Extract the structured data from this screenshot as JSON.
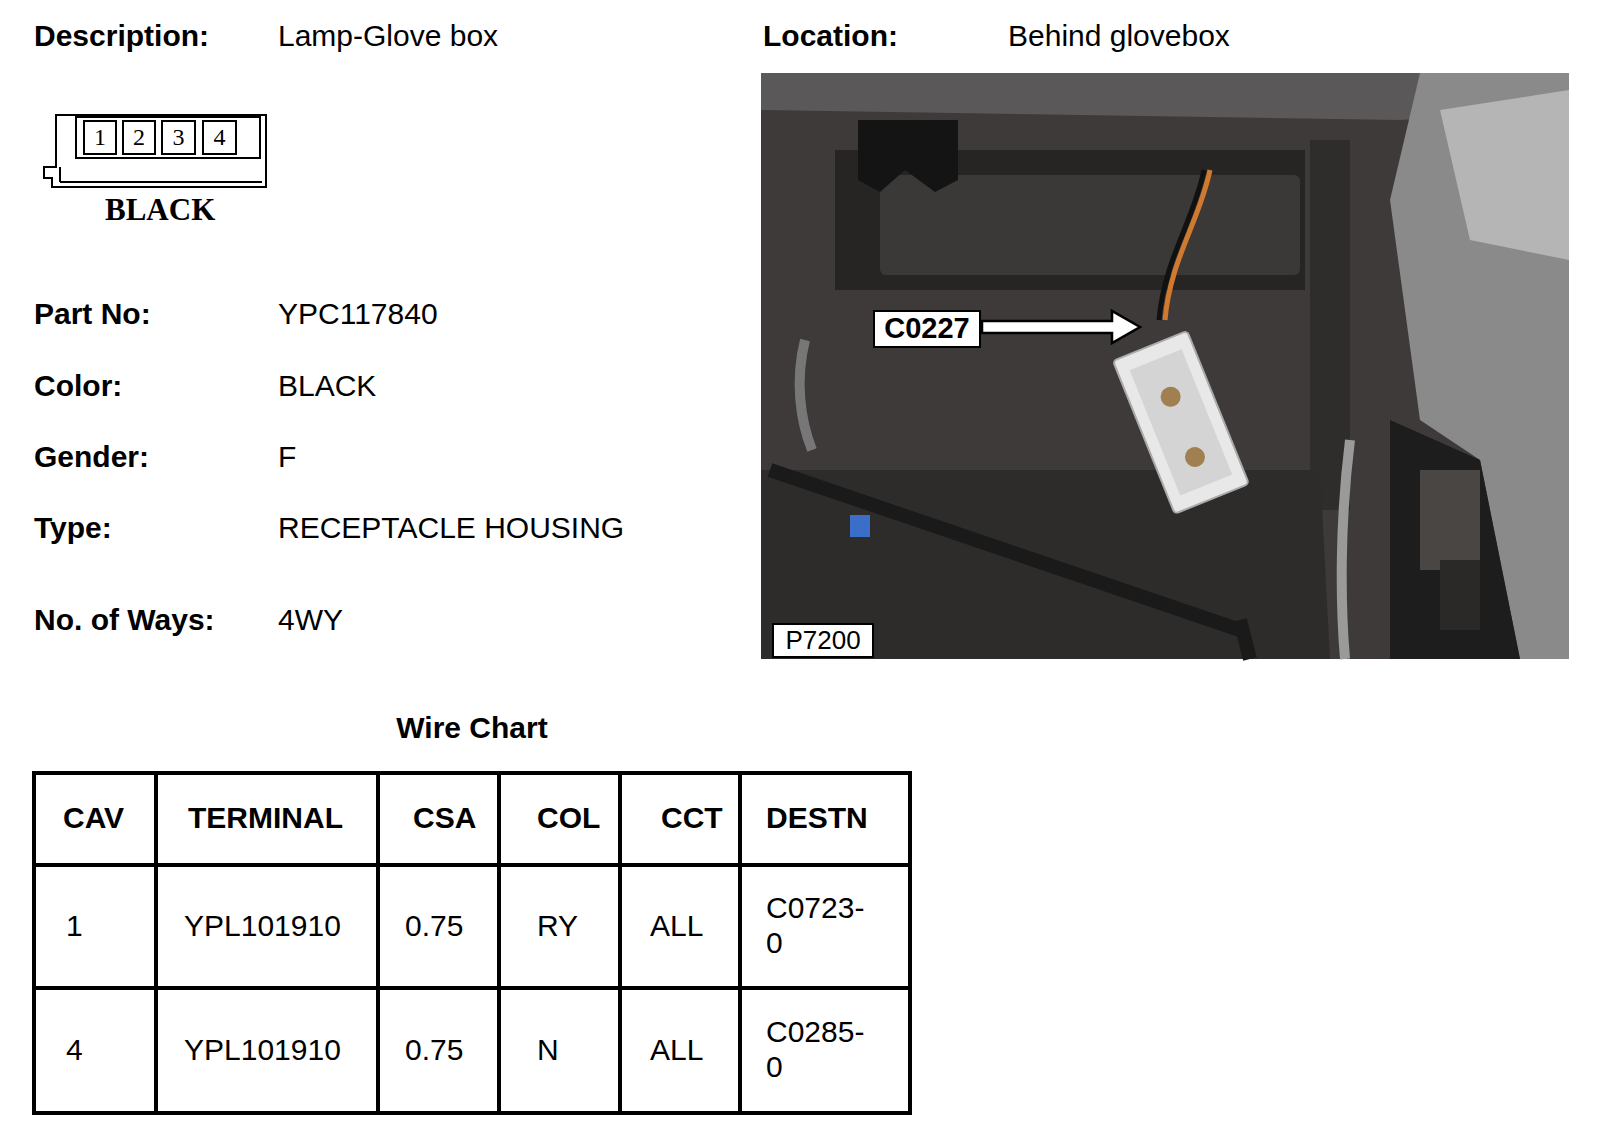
{
  "diagram": {
    "nodes": [
      {
        "text": [
          "1"
        ]
      },
      {
        "text": [
          "2"
        ]
      },
      {
        "text": [
          "3"
        ]
      },
      {
        "text": [
          "4"
        ]
      },
      {
        "text": [
          "C0227"
        ]
      },
      {
        "text": [
          "P7200"
        ]
      }
    ],
    "labels": [
      "Description:",
      "Lamp-Glove box",
      "Location:",
      "Behind glovebox",
      "BLACK",
      "Part No:",
      "YPC117840",
      "Color:",
      "BLACK",
      "Gender:",
      "F",
      "Type:",
      "RECEPTACLE HOUSING",
      "No. of Ways:",
      "4WY",
      "Wire Chart",
      "CAV",
      "TERMINAL",
      "CSA",
      "COL",
      "CCT",
      "DESTN",
      "1",
      "YPL101910",
      "0.75",
      "RY",
      "ALL",
      "C0723-0",
      "4",
      "YPL101910",
      "0.75",
      "N",
      "ALL",
      "C0285-0"
    ]
  }
}
